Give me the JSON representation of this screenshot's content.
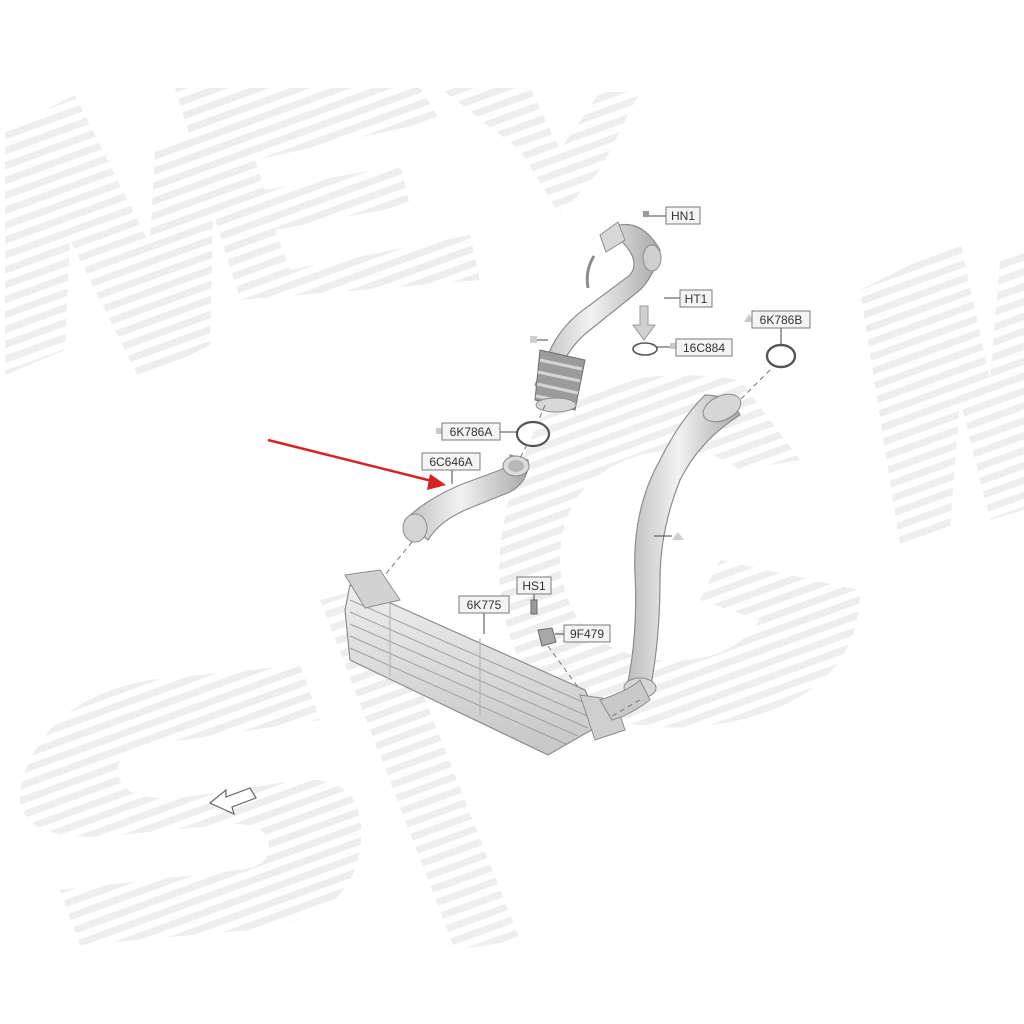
{
  "colors": {
    "background": "#ffffff",
    "watermark": "#ececec",
    "part_fill": "#e4e4e4",
    "part_stroke": "#8c8c8c",
    "label_box": "#f4f4f4",
    "label_border": "#7a7a7a",
    "label_text": "#333333",
    "highlight_arrow": "#d62222"
  },
  "watermark": {
    "text": "NEW SIGN"
  },
  "callouts": [
    {
      "id": "hn1",
      "label": "HN1"
    },
    {
      "id": "ht1",
      "label": "HT1"
    },
    {
      "id": "c16c884",
      "label": "16C884"
    },
    {
      "id": "k6k786b",
      "label": "6K786B"
    },
    {
      "id": "k6k786a",
      "label": "6K786A"
    },
    {
      "id": "c6c646a",
      "label": "6C646A"
    },
    {
      "id": "hs1",
      "label": "HS1"
    },
    {
      "id": "k6k775",
      "label": "6K775"
    },
    {
      "id": "f9f479",
      "label": "9F479"
    }
  ],
  "highlight": {
    "target": "6C646A",
    "icon": "red-pointer-arrow"
  },
  "orientation": {
    "icon": "front-direction-arrow-icon"
  }
}
